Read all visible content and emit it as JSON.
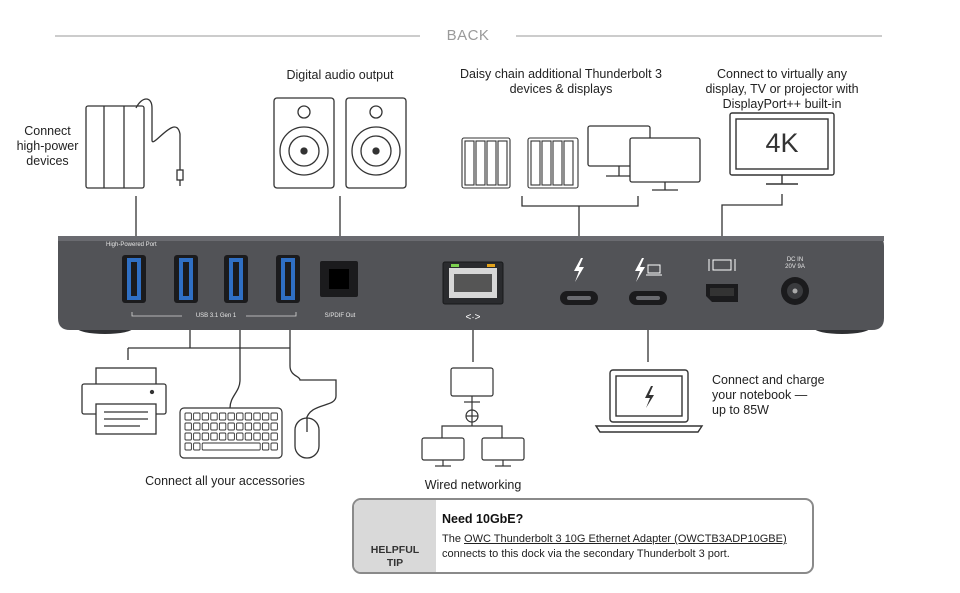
{
  "header": {
    "title": "BACK"
  },
  "dock": {
    "port_label_high_power": "High-Powered Port",
    "port_label_usb": "USB 3.1 Gen 1",
    "port_label_spdif": "S/PDIF Out",
    "port_label_dc_in": "DC IN",
    "port_label_dc_rating": "20V 9A",
    "display_4k_text": "4K"
  },
  "callouts": {
    "high_power": [
      "Connect",
      "high-power",
      "devices"
    ],
    "digital_audio": "Digital audio output",
    "daisy_chain": [
      "Daisy chain additional Thunderbolt 3",
      "devices & displays"
    ],
    "display": [
      "Connect to virtually any",
      "display, TV or projector with",
      "DisplayPort++ built-in"
    ],
    "accessories": "Connect all your accessories",
    "wired_networking": "Wired networking",
    "notebook": [
      "Connect and charge",
      "your notebook —",
      "up to 85W"
    ]
  },
  "helpful_tip": {
    "badge_line1": "HELPFUL",
    "badge_line2": "TIP",
    "heading": "Need 10GbE?",
    "body_prefix": "The ",
    "link_text": "OWC Thunderbolt 3 10G Ethernet Adapter (OWCTB3ADP10GBE)",
    "body_suffix": "connects to this dock via the secondary Thunderbolt 3 port."
  },
  "colors": {
    "dock_body": "#525357",
    "dock_shadow": "#2f3033",
    "usb_port_blue": "#2f6fc4",
    "line_art": "#333333",
    "tip_badge_bg": "#d9d9d9",
    "bulb_yellow": "#f4c21a",
    "header_rule": "#9a9a9a"
  }
}
